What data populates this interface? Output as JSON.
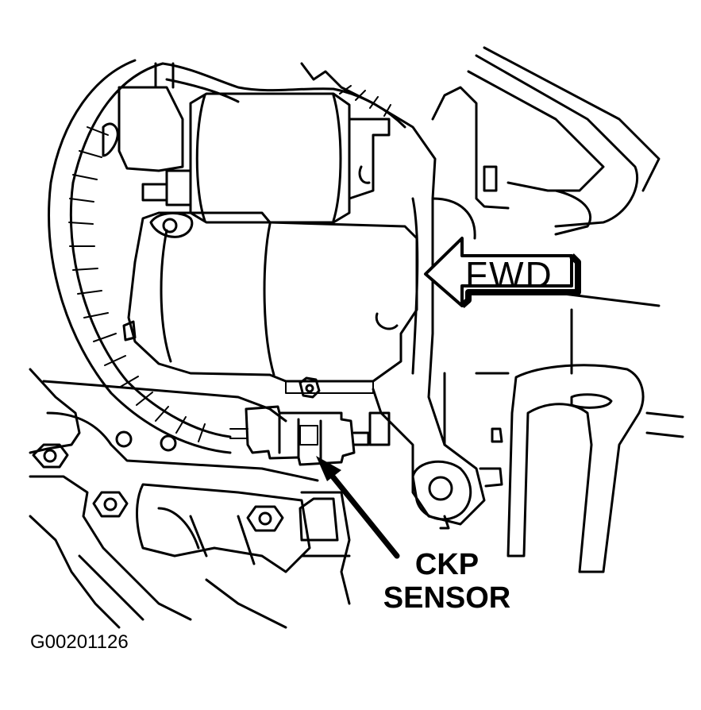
{
  "labels": {
    "fwd": "FWD",
    "ckp_line1": "CKP",
    "ckp_line2": "SENSOR",
    "figure_id": "G00201126"
  },
  "colors": {
    "line": "#000000",
    "background": "#ffffff"
  }
}
